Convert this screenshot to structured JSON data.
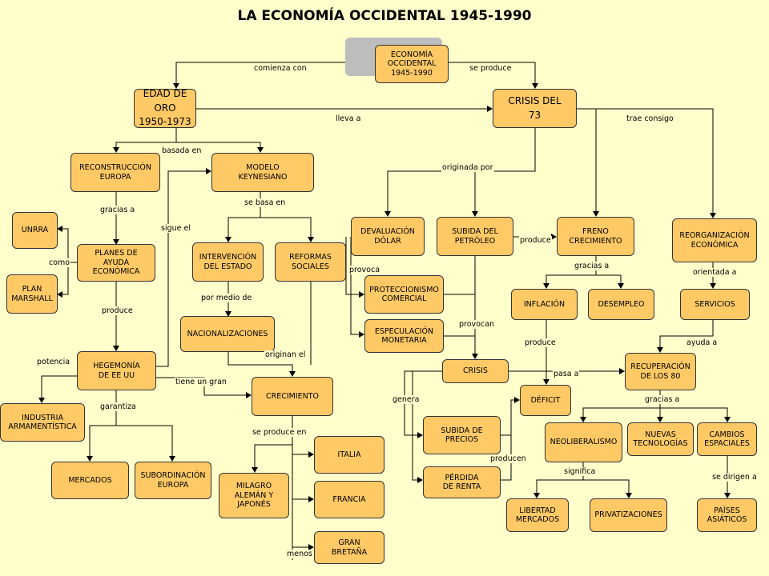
{
  "title": "LA ECONOMÍA OCCIDENTAL 1945-1990",
  "nodes": {
    "root": "ECONOMÍA\nOCCIDENTAL\n1945-1990",
    "edad_oro": "EDAD DE\nORO\n1950-1973",
    "crisis73": "CRISIS DEL\n73",
    "reconstruccion": "RECONSTRUCCIÓN\nEUROPA",
    "keynesiano": "MODELO\nKEYNESIANO",
    "unrra": "UNRRA",
    "plan_marshall": "PLAN\nMARSHALL",
    "planes_ayuda": "PLANES DE\nAYUDA\nECONÓMICA",
    "intervencion": "INTERVENCIÓN\nDEL ESTADO",
    "reformas": "REFORMAS\nSOCIALES",
    "nacionalizaciones": "NACIONALIZACIONES",
    "hegemonia": "HEGEMONÍA\nDE EE UU",
    "industria": "INDUSTRIA\nARMAMENTÍSTICA",
    "mercados": "MERCADOS",
    "subordinacion": "SUBORDINACIÓN\nEUROPA",
    "crecimiento": "CRECIMIENTO",
    "italia": "ITALIA",
    "francia": "FRANCIA",
    "gran_bretana": "GRAN\nBRETAÑA",
    "milagro": "MILAGRO\nALEMÁN Y\nJAPONÉS",
    "devaluacion": "DEVALUACIÓN\nDÓLAR",
    "subida_petroleo": "SUBIDA DEL\nPETRÓLEO",
    "freno": "FRENO\nCRECIMIENTO",
    "reorganizacion": "REORGANIZACIÓN\nECONÓMICA",
    "proteccionismo": "PROTECCIONISMO\nCOMERCIAL",
    "especulacion": "ESPECULACIÓN\nMONETARIA",
    "inflacion": "INFLACIÓN",
    "desempleo": "DESEMPLEO",
    "servicios": "SERVICIOS",
    "crisis": "CRISIS",
    "recuperacion": "RECUPERACIÓN\nDE LOS 80",
    "deficit": "DÉFICIT",
    "subida_precios": "SUBIDA DE\nPRECIOS",
    "perdida_renta": "PÉRDIDA\nDE RENTA",
    "neoliberalismo": "NEOLIBERALISMO",
    "nuevas_tec": "NUEVAS\nTECNOLOGÍAS",
    "cambios": "CAMBIOS\nESPACIALES",
    "libertad": "LIBERTAD\nMERCADOS",
    "privatizaciones": "PRIVATIZACIONES",
    "paises": "PAÍSES\nASIÁTICOS"
  },
  "labels": {
    "comienza_con": "comienza con",
    "se_produce": "se produce",
    "lleva_a": "lleva a",
    "trae_consigo": "trae consigo",
    "basada_en": "basada en",
    "originada_por": "originada por",
    "gracias_a_1": "gracias a",
    "se_basa_en": "se basa en",
    "sigue_el": "sigue el",
    "como": "como",
    "produce_1": "produce",
    "por_medio_de": "por medio de",
    "provoca": "provoca",
    "produce_2": "produce",
    "gracias_a_2": "gracias a",
    "orientada_a": "orientada a",
    "provocan": "provocan",
    "potencia": "potencia",
    "originan_el": "originan el",
    "produce_3": "produce",
    "ayuda_a": "ayuda a",
    "tiene_un_gran": "tiene un gran",
    "pasa_a": "pasa a",
    "garantiza": "garantiza",
    "genera": "genera",
    "gracias_a_3": "gracias a",
    "se_produce_en": "se produce en",
    "producen": "producen",
    "significa": "significa",
    "se_dirigen_a": "se dirigen a",
    "menos": "menos"
  }
}
